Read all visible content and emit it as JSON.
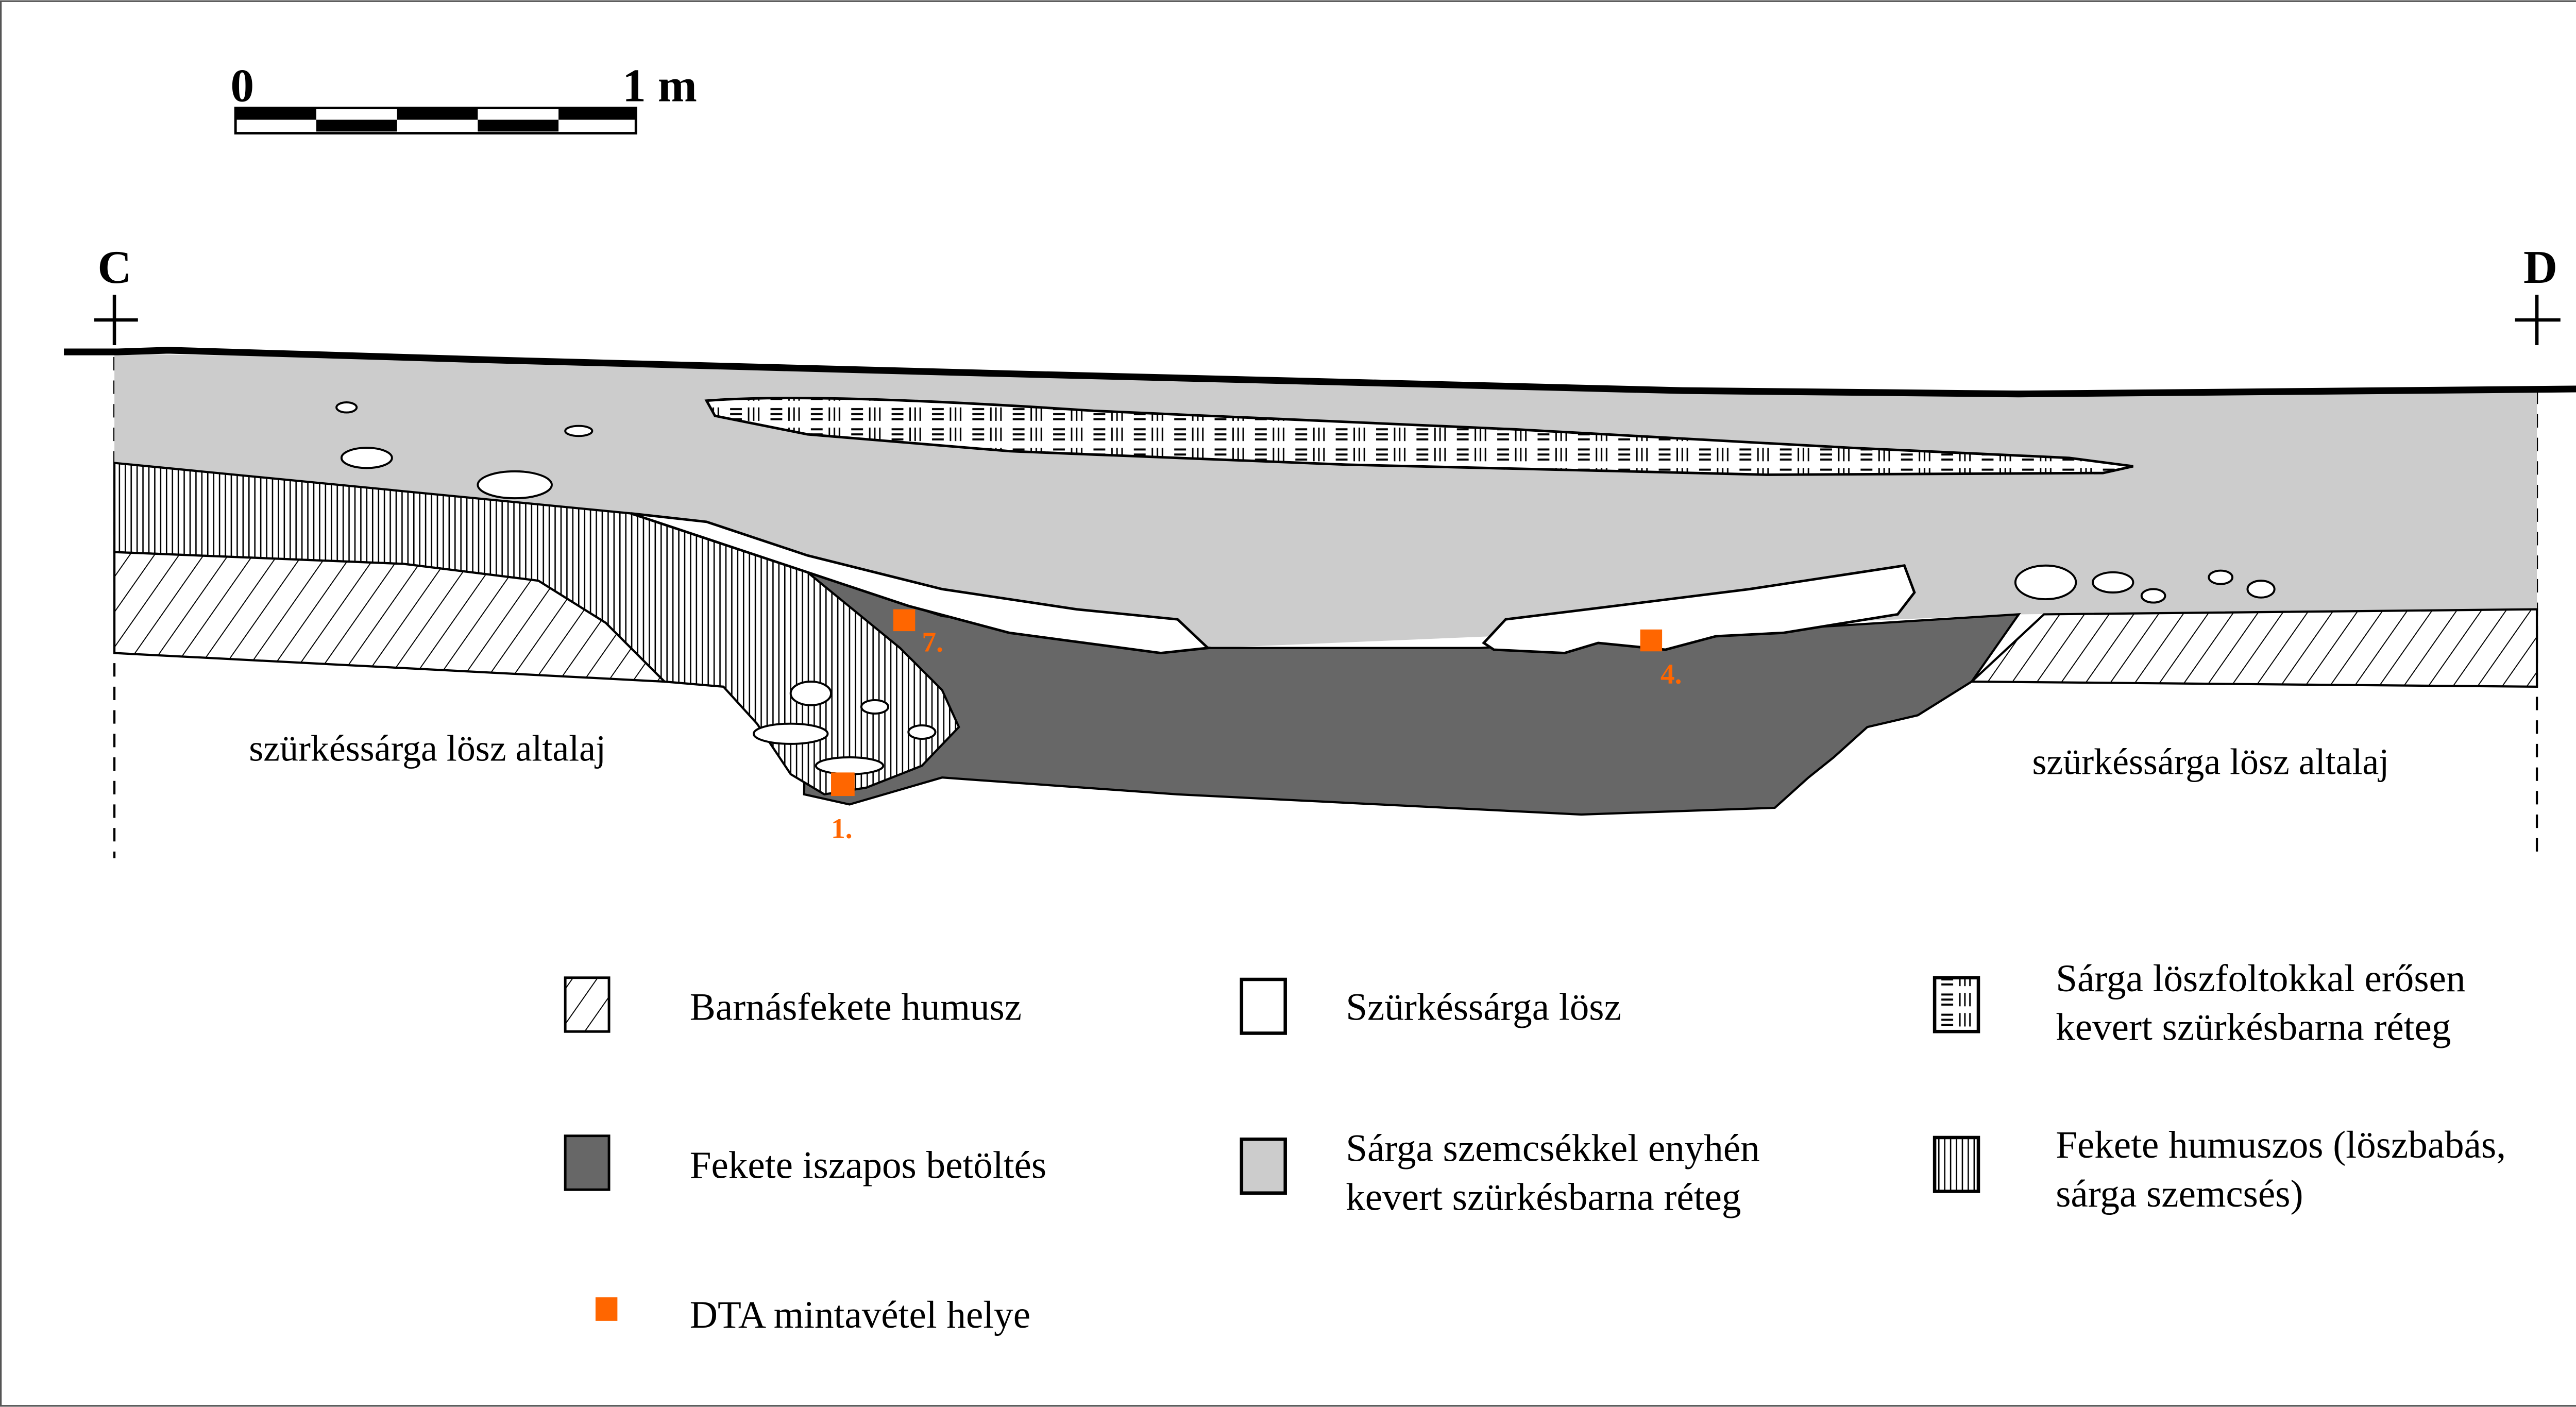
{
  "scale_bar": {
    "start_label": "0",
    "end_label": "1 m"
  },
  "section": {
    "left_point": "C",
    "right_point": "D",
    "subsoil_left_label": "szürkéssárga lösz altalaj",
    "subsoil_right_label": "szürkéssárga lösz altalaj"
  },
  "samples": [
    {
      "label": "1."
    },
    {
      "label": "7."
    },
    {
      "label": "4."
    }
  ],
  "legend": {
    "items": [
      {
        "pattern": "diagonal-hatch",
        "line1": "Barnásfekete humusz",
        "line2": ""
      },
      {
        "pattern": "white",
        "line1": "Szürkéssárga lösz",
        "line2": ""
      },
      {
        "pattern": "mixed",
        "line1": "Sárga löszfoltokkal erősen",
        "line2": "kevert szürkésbarna réteg"
      },
      {
        "pattern": "dark-grey",
        "line1": "Fekete iszapos betöltés",
        "line2": ""
      },
      {
        "pattern": "light-grey",
        "line1": "Sárga szemcsékkel enyhén",
        "line2": "kevert szürkésbarna réteg"
      },
      {
        "pattern": "vertical-lines",
        "line1": "Fekete humuszos (löszbabás,",
        "line2": "sárga szemcsés)"
      }
    ],
    "sample_label": "DTA mintavétel helye"
  },
  "colors": {
    "light_grey": "#cccccc",
    "dark_grey": "#676767",
    "sample_orange": "#ff6600",
    "ink": "#000000"
  }
}
